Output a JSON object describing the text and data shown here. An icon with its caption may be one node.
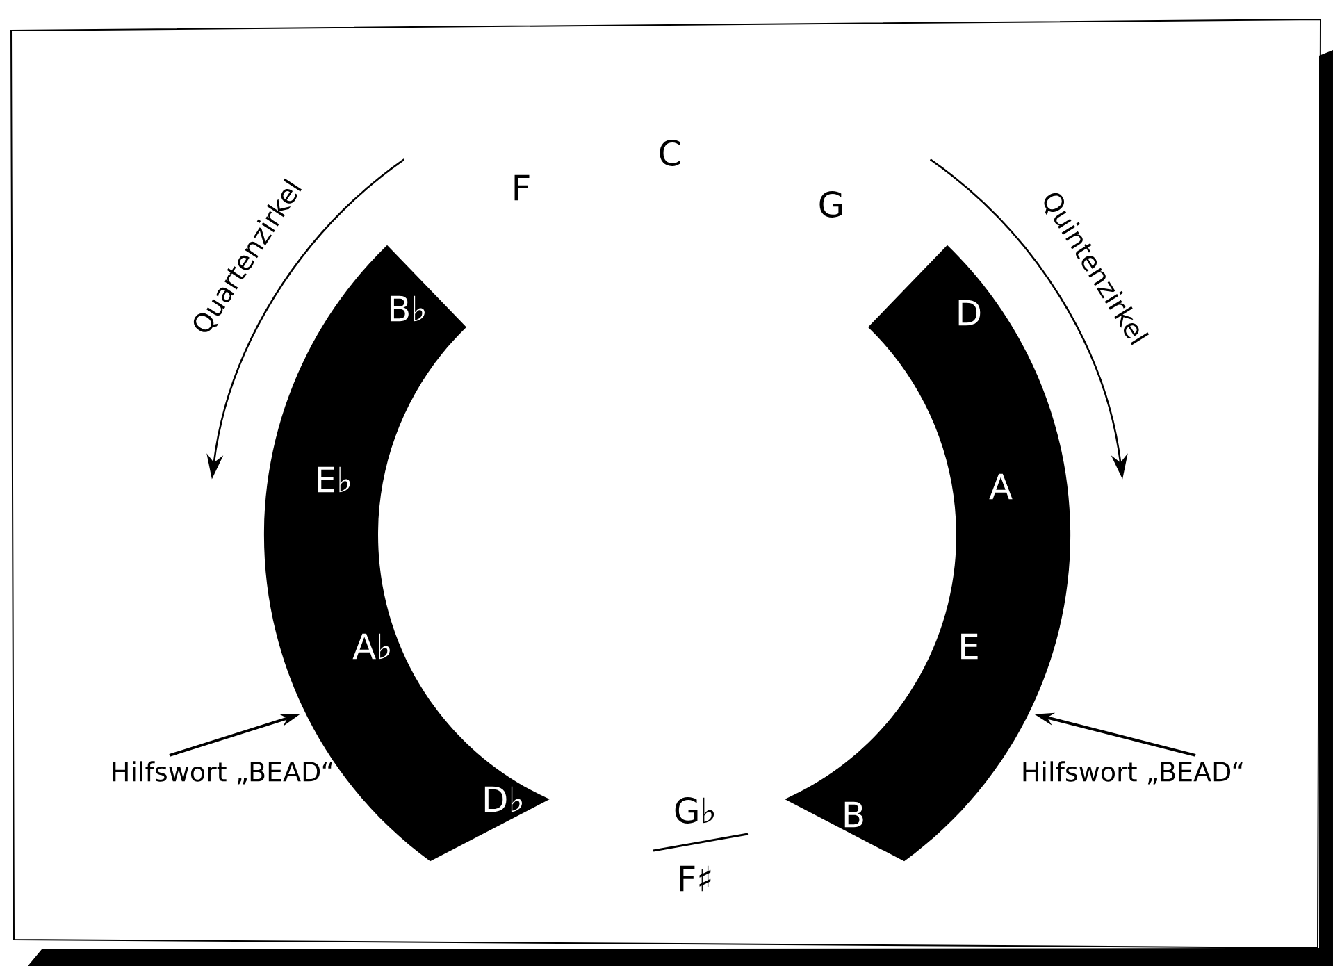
{
  "diagram": {
    "nodes": [
      {
        "text": [
          "B♭",
          "E♭",
          "A♭",
          "D♭"
        ]
      },
      {
        "text": [
          "D",
          "A",
          "E",
          "B"
        ]
      },
      {
        "text": [
          "Hilfswort „BEAD“"
        ]
      },
      {
        "text": [
          "Hilfswort „BEAD“"
        ]
      }
    ],
    "edges": [
      {
        "from": 2,
        "to": 0,
        "arrow": "to"
      },
      {
        "from": 3,
        "to": 1,
        "arrow": "to"
      }
    ],
    "labels": [
      "Quartenzirkel",
      "F",
      "C",
      "G",
      "Quintenzirkel",
      "G♭",
      "F♯"
    ]
  }
}
